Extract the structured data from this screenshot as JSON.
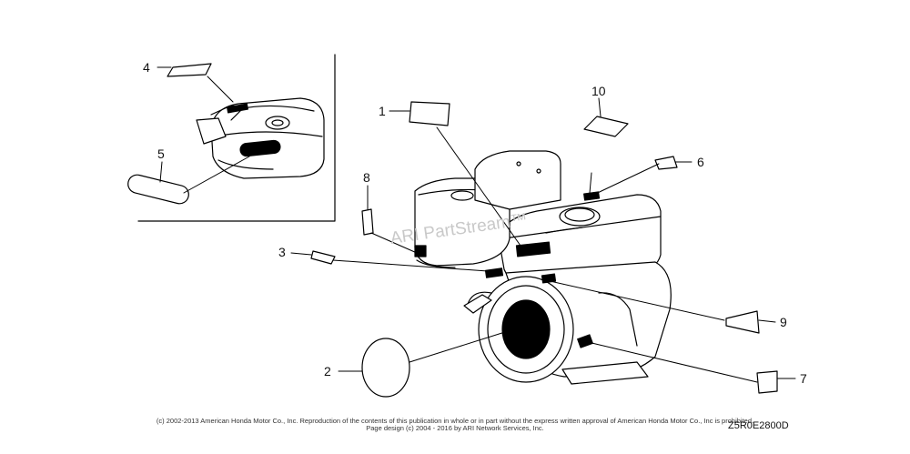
{
  "callouts": [
    "1",
    "2",
    "3",
    "4",
    "5",
    "6",
    "7",
    "8",
    "9",
    "10"
  ],
  "watermark": "ARI PartStream™",
  "footer": {
    "copyright": "(c) 2002-2013 American Honda Motor Co., Inc. Reproduction of the contents of this publication in whole or in part without the express written approval of American Honda Motor Co., Inc is prohibited.",
    "page_design": "Page design (c) 2004 - 2016 by ARI Network Services, Inc.",
    "drawing_id": "Z5R0E2800D"
  }
}
